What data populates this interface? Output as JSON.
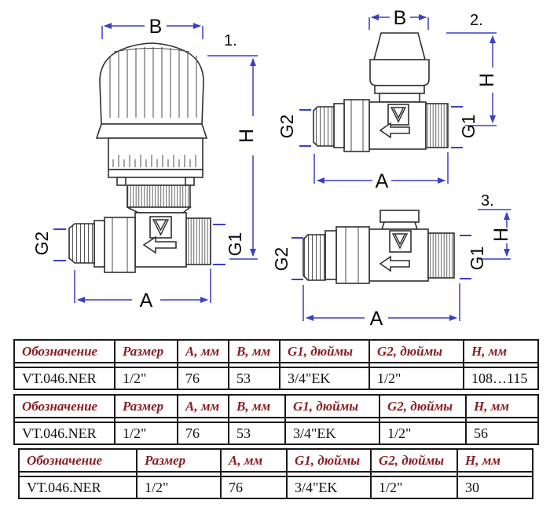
{
  "colors": {
    "dimension_line": "#3a3fc8",
    "drawing_line": "#2e2e2e",
    "table_header_text": "#8b1d22",
    "table_text": "#111111",
    "table_border": "#1a1a1a"
  },
  "figures": [
    {
      "number": "1.",
      "labels": {
        "b": "B",
        "h": "H",
        "a": "A",
        "g1": "G1",
        "g2": "G2"
      }
    },
    {
      "number": "2.",
      "labels": {
        "b": "B",
        "h": "H",
        "a": "A",
        "g1": "G1",
        "g2": "G2"
      }
    },
    {
      "number": "3.",
      "labels": {
        "h": "H",
        "a": "A",
        "g1": "G1",
        "g2": "G2"
      }
    }
  ],
  "tables": [
    {
      "headers": [
        "Обозначение",
        "Размер",
        "A, мм",
        "B, мм",
        "G1, дюймы",
        "G2, дюймы",
        "H, мм"
      ],
      "row": [
        "VT.046.NER",
        "1/2\"",
        "76",
        "53",
        "3/4\"EK",
        "1/2\"",
        "108…115"
      ]
    },
    {
      "headers": [
        "Обозначение",
        "Размер",
        "A, мм",
        "B, мм",
        "G1, дюймы",
        "G2, дюймы",
        "H, мм"
      ],
      "row": [
        "VT.046.NER",
        "1/2\"",
        "76",
        "53",
        "3/4\"EK",
        "1/2\"",
        "56"
      ]
    },
    {
      "headers": [
        "Обозначение",
        "Размер",
        "A, мм",
        "G1, дюймы",
        "G2, дюймы",
        "H, мм"
      ],
      "row": [
        "VT.046.NER",
        "1/2\"",
        "76",
        "3/4\"EK",
        "1/2\"",
        "30"
      ]
    }
  ]
}
